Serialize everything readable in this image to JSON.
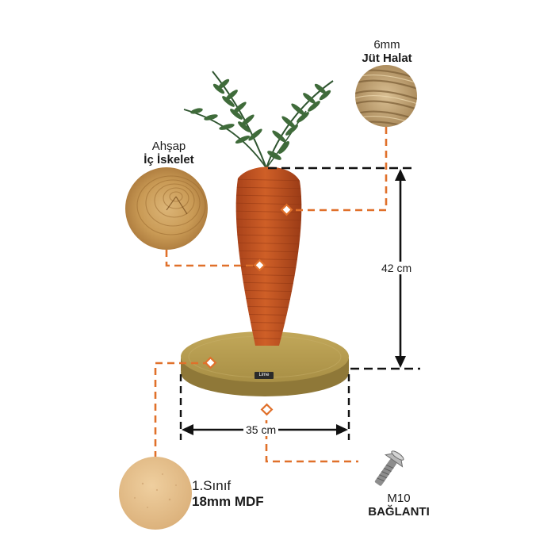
{
  "labels": {
    "jute": {
      "line1": "6mm",
      "line2": "Jüt Halat"
    },
    "wood": {
      "line1": "Ahşap",
      "line2": "İç İskelet"
    },
    "mdf": {
      "line1": "1.Sınıf",
      "line2": "18mm MDF"
    },
    "bolt": {
      "line1": "M10",
      "line2": "BAĞLANTI"
    }
  },
  "dimensions": {
    "height": "42 cm",
    "width": "35 cm"
  },
  "base_tag": "Lime",
  "colors": {
    "accent": "#e0702a",
    "carrot": "#c2521f",
    "base": "#b39a4c",
    "leaf": "#3f6b3a",
    "line": "#111111"
  }
}
